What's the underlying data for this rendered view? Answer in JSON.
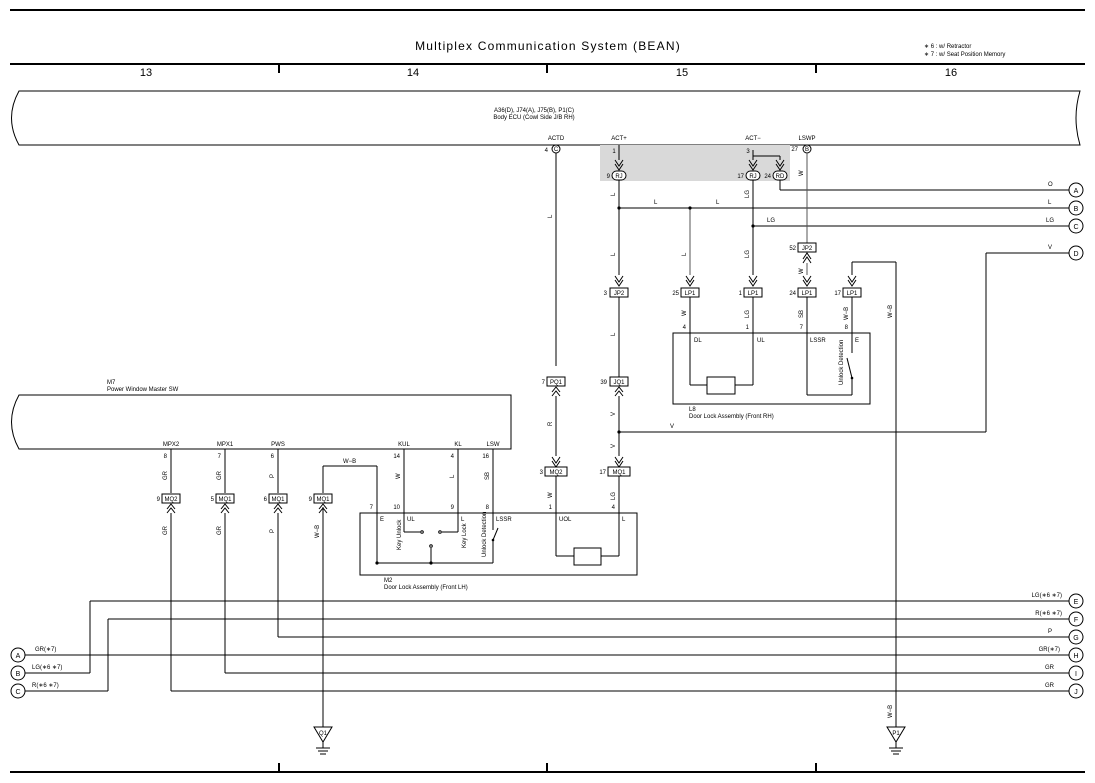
{
  "title": "Multiplex Communication System (BEAN)",
  "notes": [
    "∗ 6 : w/ Retractor",
    "∗ 7 : w/ Seat Position Memory"
  ],
  "sections": [
    "13",
    "14",
    "15",
    "16"
  ],
  "body_ecu": {
    "codes": "A36(D), J74(A), J75(B), P1(C)",
    "name": "Body ECU (Cowl Side J/B RH)"
  },
  "ecu_pins": {
    "actd": {
      "label": "ACTD",
      "num": "4",
      "conn": "C"
    },
    "act_plus": {
      "label": "ACT+",
      "num": "1"
    },
    "act_minus": {
      "label": "ACT−",
      "num": "3"
    },
    "lswp": {
      "label": "LSWP",
      "num": "27",
      "conn": "B"
    }
  },
  "ecu_plugs": {
    "rj_a": {
      "num": "9",
      "code": "RJ"
    },
    "rj_b": {
      "num": "17",
      "code": "RJ"
    },
    "rd": {
      "num": "24",
      "code": "RD"
    }
  },
  "junctions": {
    "jp2_top": {
      "num": "52",
      "code": "JP2"
    },
    "jp2_mid": {
      "num": "3",
      "code": "JP2"
    },
    "lp1_a": {
      "num": "25",
      "code": "LP1"
    },
    "lp1_b": {
      "num": "1",
      "code": "LP1"
    },
    "lp1_c": {
      "num": "24",
      "code": "LP1"
    },
    "lp1_d": {
      "num": "17",
      "code": "LP1"
    },
    "pq1": {
      "num": "7",
      "code": "PQ1"
    },
    "jq1": {
      "num": "39",
      "code": "JQ1"
    },
    "mq2_a": {
      "num": "3",
      "code": "MQ2"
    },
    "mq1_a": {
      "num": "17",
      "code": "MQ1"
    },
    "mq2_b": {
      "num": "9",
      "code": "MQ2"
    },
    "mq1_b": {
      "num": "5",
      "code": "MQ1"
    },
    "mq1_c": {
      "num": "6",
      "code": "MQ1"
    },
    "mq1_d": {
      "num": "9",
      "code": "MQ1"
    }
  },
  "wire_colors": {
    "o": "O",
    "l": "L",
    "lg": "LG",
    "v": "V",
    "w": "W",
    "wb": "W−B",
    "r": "R",
    "gr": "GR",
    "p": "P",
    "sb": "SB"
  },
  "right_refs": [
    "A",
    "B",
    "C",
    "D",
    "E",
    "F",
    "G",
    "H",
    "I",
    "J"
  ],
  "left_refs": [
    "A",
    "B",
    "C"
  ],
  "bus_labels": {
    "e": "LG(∗6 ∗7)",
    "f": "R(∗6 ∗7)",
    "g": "P",
    "h": "GR(∗7)",
    "i": "GR",
    "j": "GR",
    "la": "GR(∗7)",
    "lb": "LG(∗6 ∗7)",
    "lc": "R(∗6 ∗7)"
  },
  "l8": {
    "code": "L8",
    "name": "Door Lock Assembly (Front RH)",
    "pins": {
      "dl": "DL",
      "ul": "UL",
      "lssr": "LSSR",
      "e": "E"
    },
    "nums": {
      "dl": "4",
      "ul": "1",
      "lssr": "7",
      "e": "8"
    },
    "sw": "Unlock Detection"
  },
  "m7": {
    "code": "M7",
    "name": "Power Window Master SW",
    "pins": [
      "MPX2",
      "MPX1",
      "PWS",
      "KUL",
      "KL",
      "LSW"
    ],
    "nums": {
      "mpx2": "8",
      "mpx1": "7",
      "pws": "6",
      "kul": "14",
      "kl": "4",
      "lsw": "16"
    }
  },
  "m2": {
    "code": "M2",
    "name": "Door Lock Assembly (Front LH)",
    "pins": {
      "e": "E",
      "ul": "UL",
      "l": "L",
      "lssr": "LSSR",
      "uol": "UOL",
      "l2": "L"
    },
    "nums": {
      "e": "7",
      "ul": "10",
      "l": "9",
      "lssr": "8",
      "uol": "1",
      "l2": "4"
    },
    "sw": {
      "key_unlock": "Key Unlock",
      "key_lock": "Key Lock",
      "unlock_det": "Unlock Detection"
    }
  },
  "grounds": {
    "q1": "Q1",
    "p1": "P1"
  }
}
